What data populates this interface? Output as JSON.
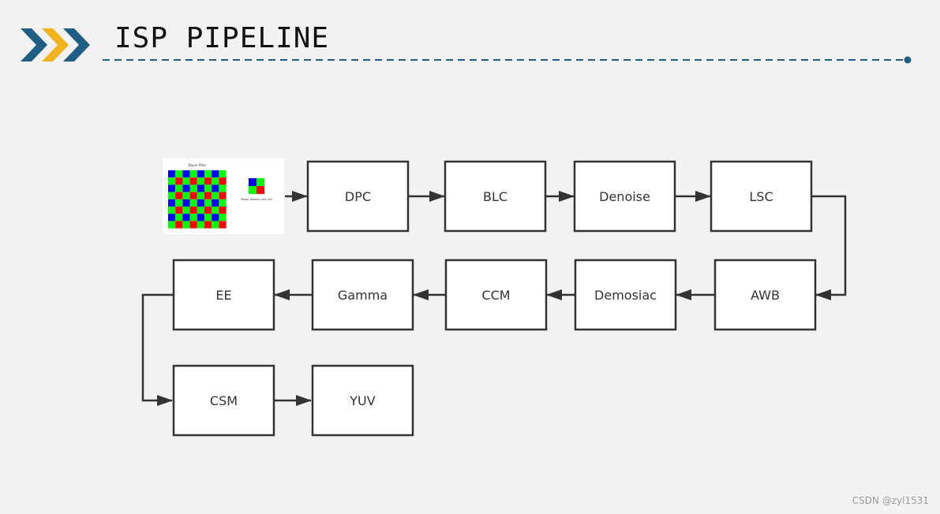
{
  "header": {
    "title": "ISP PIPELINE"
  },
  "diagram": {
    "bayer": {
      "title": "Bayer filter",
      "caption": "Bayer pattern unit cell"
    },
    "nodes": [
      {
        "id": "dpc",
        "label": "DPC"
      },
      {
        "id": "blc",
        "label": "BLC"
      },
      {
        "id": "denoise",
        "label": "Denoise"
      },
      {
        "id": "lsc",
        "label": "LSC"
      },
      {
        "id": "awb",
        "label": "AWB"
      },
      {
        "id": "demosiac",
        "label": "Demosiac"
      },
      {
        "id": "ccm",
        "label": "CCM"
      },
      {
        "id": "gamma",
        "label": "Gamma"
      },
      {
        "id": "ee",
        "label": "EE"
      },
      {
        "id": "csm",
        "label": "CSM"
      },
      {
        "id": "yuv",
        "label": "YUV"
      }
    ],
    "edges": [
      [
        "bayer",
        "dpc"
      ],
      [
        "dpc",
        "blc"
      ],
      [
        "blc",
        "denoise"
      ],
      [
        "denoise",
        "lsc"
      ],
      [
        "lsc",
        "awb"
      ],
      [
        "awb",
        "demosiac"
      ],
      [
        "demosiac",
        "ccm"
      ],
      [
        "ccm",
        "gamma"
      ],
      [
        "gamma",
        "ee"
      ],
      [
        "ee",
        "csm"
      ],
      [
        "csm",
        "yuv"
      ]
    ]
  },
  "colors": {
    "accent_dark": "#1f5f86",
    "accent_yellow": "#f2b31c",
    "line": "#333333",
    "bayer_red": "#ff0000",
    "bayer_green": "#00ff00",
    "bayer_blue": "#0000ff"
  },
  "watermark": "CSDN @zyl1531"
}
